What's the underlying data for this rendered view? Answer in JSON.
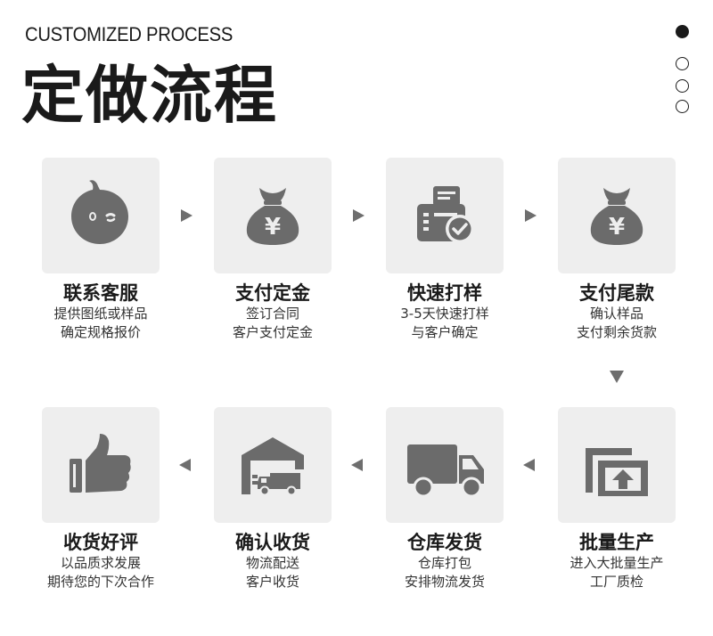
{
  "header": {
    "subtitle": "CUSTOMIZED PROCESS",
    "title": "定做流程"
  },
  "pagination": {
    "count": 4,
    "active_index": 0
  },
  "steps": [
    {
      "title": "联系客服",
      "line1": "提供图纸或样品",
      "line2": "确定规格报价",
      "icon": "chat-bubble-icon"
    },
    {
      "title": "支付定金",
      "line1": "签订合同",
      "line2": "客户支付定金",
      "icon": "money-bag-icon"
    },
    {
      "title": "快速打样",
      "line1": "3-5天快速打样",
      "line2": "与客户确定",
      "icon": "printer-check-icon"
    },
    {
      "title": "支付尾款",
      "line1": "确认样品",
      "line2": "支付剩余货款",
      "icon": "money-bag-icon"
    },
    {
      "title": "批量生产",
      "line1": "进入大批量生产",
      "line2": "工厂质检",
      "icon": "upload-box-icon"
    },
    {
      "title": "仓库发货",
      "line1": "仓库打包",
      "line2": "安排物流发货",
      "icon": "truck-icon"
    },
    {
      "title": "确认收货",
      "line1": "物流配送",
      "line2": "客户收货",
      "icon": "warehouse-truck-icon"
    },
    {
      "title": "收货好评",
      "line1": "以品质求发展",
      "line2": "期待您的下次合作",
      "icon": "thumbs-up-icon"
    }
  ],
  "colors": {
    "card_bg": "#eeeeee",
    "icon": "#6b6b6b",
    "arrow": "#6e6e6e",
    "text": "#1a1a1a"
  }
}
